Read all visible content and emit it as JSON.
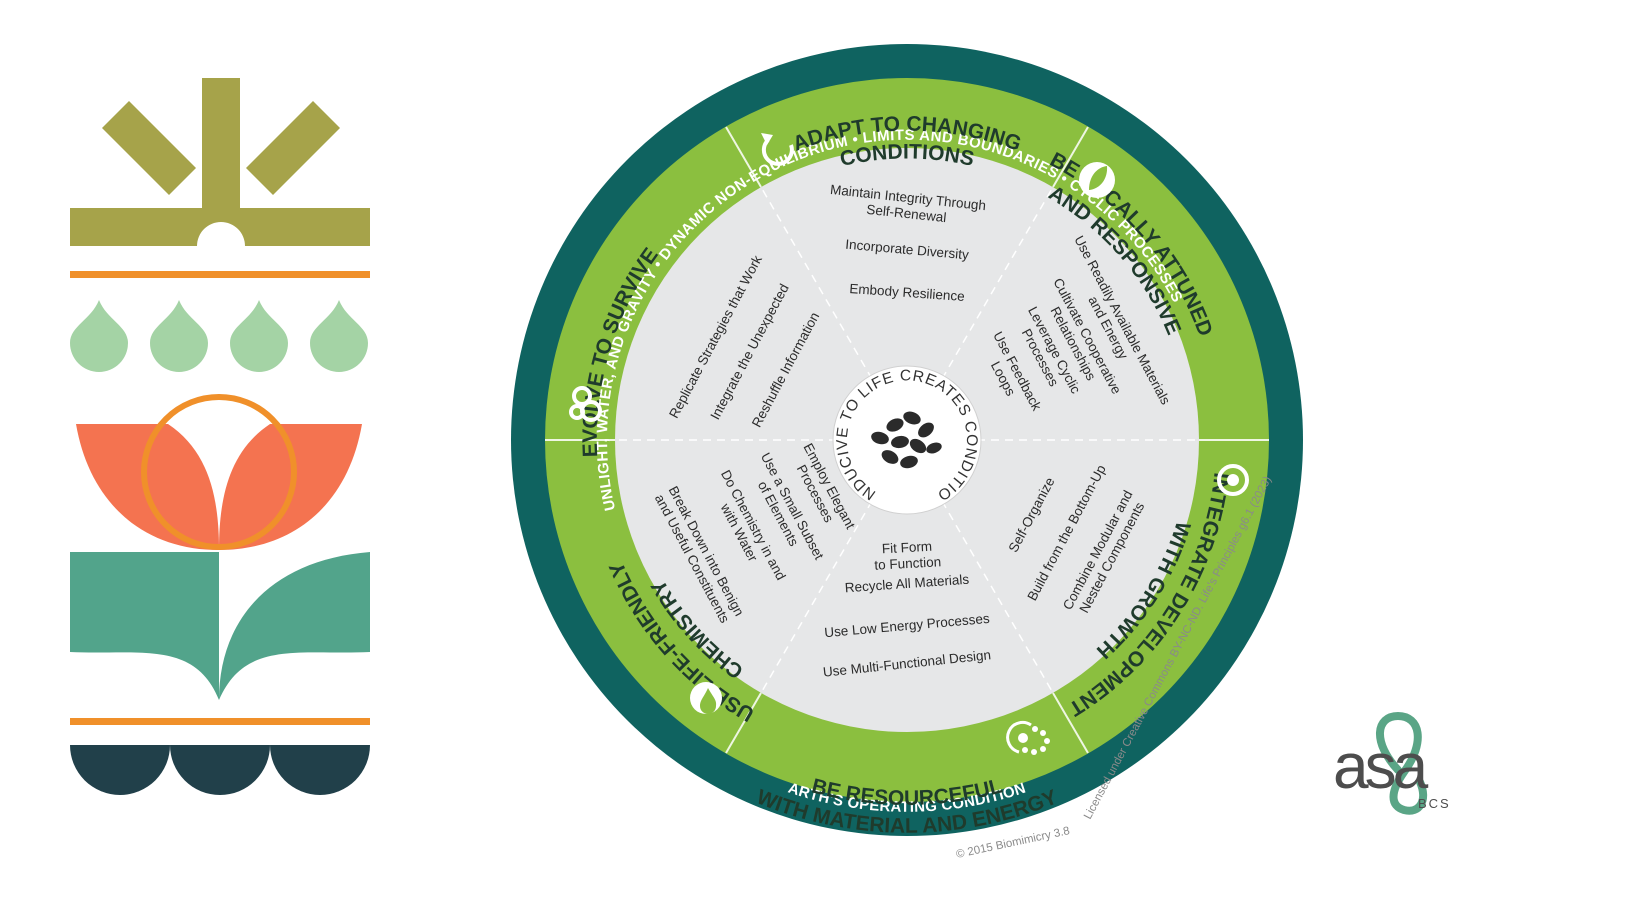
{
  "wheel": {
    "center_text": "CONDUCIVE TO LIFE CREATES CONDITIONS",
    "outer_ring": {
      "items": [
        "SUNLIGHT, WATER, AND GRAVITY",
        "DYNAMIC NON-EQUILIBRIUM",
        "LIMITS AND BOUNDARIES",
        "CYCLIC PROCESSES"
      ],
      "bottom_label": "<<< EARTH'S OPERATING CONDITIONS >>>"
    },
    "segments": [
      {
        "title_lines": [
          "ADAPT TO CHANGING",
          "CONDITIONS"
        ],
        "icon": "cycle-arrows-icon",
        "principles": [
          [
            "Maintain Integrity Through",
            "Self-Renewal"
          ],
          [
            "Incorporate Diversity"
          ],
          [
            "Embody Resilience"
          ]
        ]
      },
      {
        "title_lines": [
          "BE LOCALLY ATTUNED",
          "AND RESPONSIVE"
        ],
        "icon": "leaf-icon",
        "principles": [
          [
            "Use Readily Available Materials",
            "and Energy"
          ],
          [
            "Cultivate Cooperative",
            "Relationships"
          ],
          [
            "Leverage Cyclic",
            "Processes"
          ],
          [
            "Use Feedback",
            "Loops"
          ]
        ]
      },
      {
        "title_lines": [
          "INTEGRATE DEVELOPMENT",
          "WITH GROWTH"
        ],
        "icon": "target-icon",
        "principles": [
          [
            "Self-Organize"
          ],
          [
            "Build from the Bottom-Up"
          ],
          [
            "Combine Modular and",
            "Nested Components"
          ]
        ]
      },
      {
        "title_lines": [
          "BE RESOURCEFUL",
          "WITH MATERIAL AND ENERGY"
        ],
        "icon": "dotted-circle-icon",
        "principles": [
          [
            "Fit Form",
            "to Function"
          ],
          [
            "Recycle All Materials"
          ],
          [
            "Use Low Energy Processes"
          ],
          [
            "Use Multi-Functional Design"
          ]
        ]
      },
      {
        "title_lines": [
          "USE LIFE-FRIENDLY",
          "CHEMISTRY"
        ],
        "icon": "droplet-icon",
        "principles": [
          [
            "Employ Elegant",
            "Processes"
          ],
          [
            "Use a Small Subset",
            "of Elements"
          ],
          [
            "Do Chemistry in and",
            "with Water"
          ],
          [
            "Break Down into Benign",
            "and Useful Constituents"
          ]
        ]
      },
      {
        "title_lines": [
          "EVOLVE TO SURVIVE"
        ],
        "icon": "cells-icon",
        "principles": [
          [
            "Replicate Strategies that Work"
          ],
          [
            "Integrate the Unexpected"
          ],
          [
            "Reshuffle Information"
          ]
        ]
      }
    ]
  },
  "credits": {
    "copyright": "© 2015 Biomimicry 3.8",
    "license": "Licensed under Creative Commons BY-NC-ND. Life's Principles g6.1 (2023)"
  },
  "logo": {
    "letters": "asa",
    "subtitle": "BCS"
  },
  "colors": {
    "dark_teal": "#0f6360",
    "ring_green": "#8bbf3f",
    "inner_gray": "#e6e7e8",
    "text_dark": "#1f3b2c",
    "olive": "#a6a34a",
    "orange": "#f0902a",
    "coral": "#f47350",
    "mint": "#a4d3a5",
    "teal_leaf": "#52a48b",
    "navy": "#21404a",
    "logo_gray": "#4d4d4d",
    "logo_green": "#5aa586"
  }
}
